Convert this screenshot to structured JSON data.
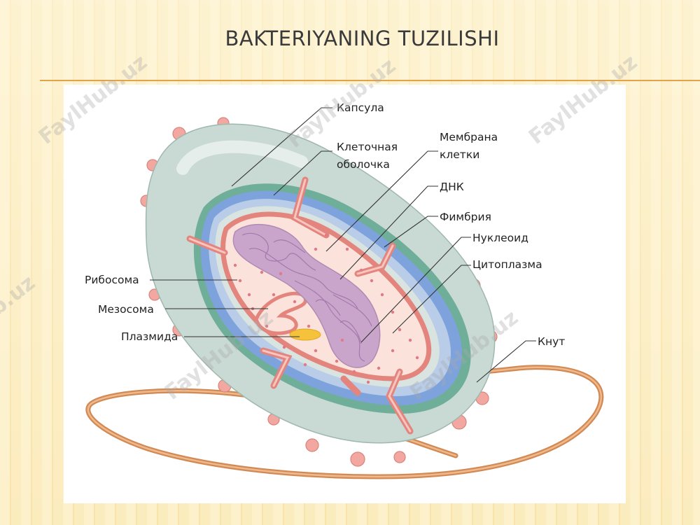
{
  "slide": {
    "title": "BAKTERIYANING TUZILISHI",
    "accent_color": "#e4a24b"
  },
  "watermark": {
    "text": "FaylHub.uz"
  },
  "diagram": {
    "labels": {
      "capsule": "Капсула",
      "cell_wall_1": "Клеточная",
      "cell_wall_2": "оболочка",
      "membrane_1": "Мембрана",
      "membrane_2": "клетки",
      "dna": "ДНК",
      "fimbria": "Фимбрия",
      "nucleoid": "Нуклеоид",
      "cytoplasm": "Цитоплазма",
      "flagellum": "Кнут",
      "ribosome": "Рибосома",
      "mesosome": "Мезосома",
      "plasmid": "Плазмида"
    },
    "colors": {
      "capsule": "#c7d8d1",
      "cell_wall": "#6e94d2",
      "membrane": "#e98c85",
      "cytoplasm": "#fbe5de",
      "nucleoid": "#c7a1c6",
      "flagellum": "#d9935e",
      "plasmid": "#f5c33b"
    }
  }
}
